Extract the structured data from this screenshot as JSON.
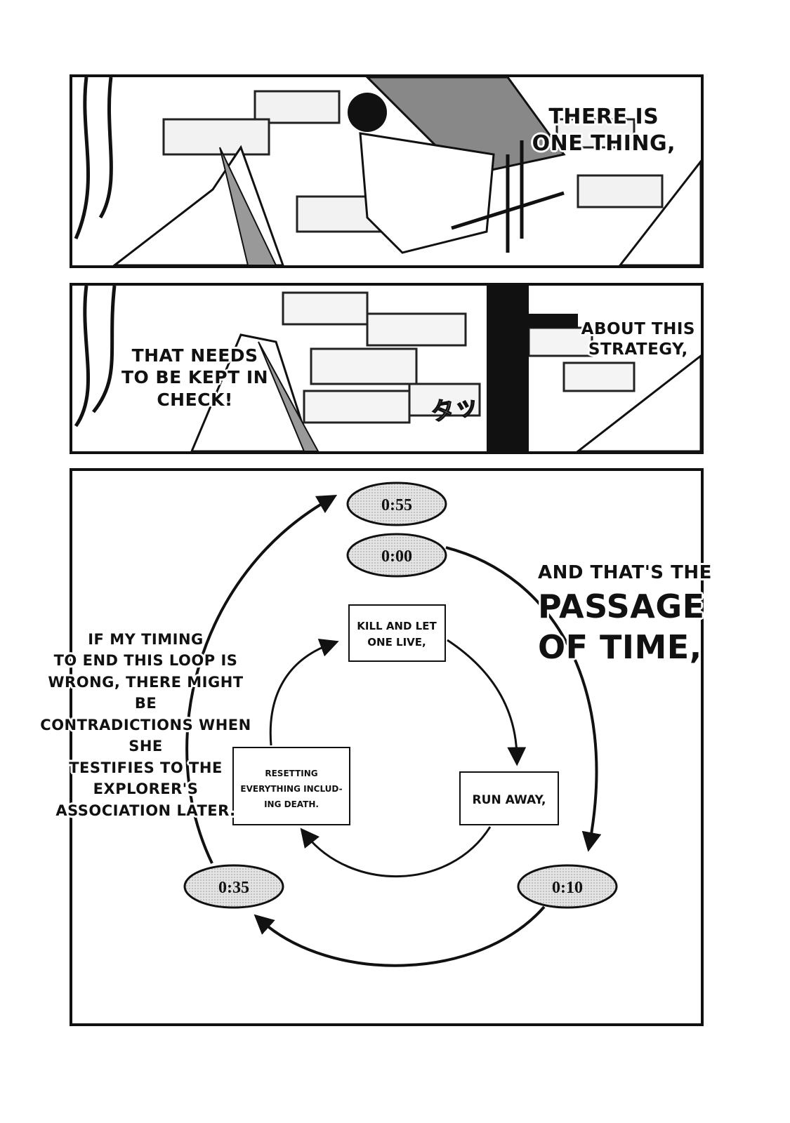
{
  "panel1": {
    "caption_lines": [
      "THERE IS",
      "ONE THING,"
    ]
  },
  "panel2": {
    "left_caption_lines": [
      "THAT NEEDS",
      "TO BE KEPT IN",
      "CHECK!"
    ],
    "right_caption_lines": [
      "ABOUT THIS",
      "STRATEGY,"
    ],
    "sfx": "タッ"
  },
  "panel3": {
    "times": {
      "t055": "0:55",
      "t000": "0:00",
      "t010": "0:10",
      "t035": "0:35"
    },
    "steps": {
      "kill": [
        "KILL AND LET",
        "ONE LIVE,"
      ],
      "run": "RUN AWAY,",
      "reset": [
        "RESETTING",
        "EVERYTHING INCLUD-",
        "ING DEATH."
      ]
    },
    "right_caption": {
      "line1": "AND THAT'S THE",
      "line2": "PASSAGE",
      "line3": "OF TIME,"
    },
    "left_caption_lines": [
      "IF MY TIMING",
      "TO END THIS LOOP IS",
      "WRONG, THERE MIGHT BE",
      "CONTRADICTIONS WHEN SHE",
      "TESTIFIES TO THE EXPLORER'S",
      "ASSOCIATION LATER."
    ]
  }
}
